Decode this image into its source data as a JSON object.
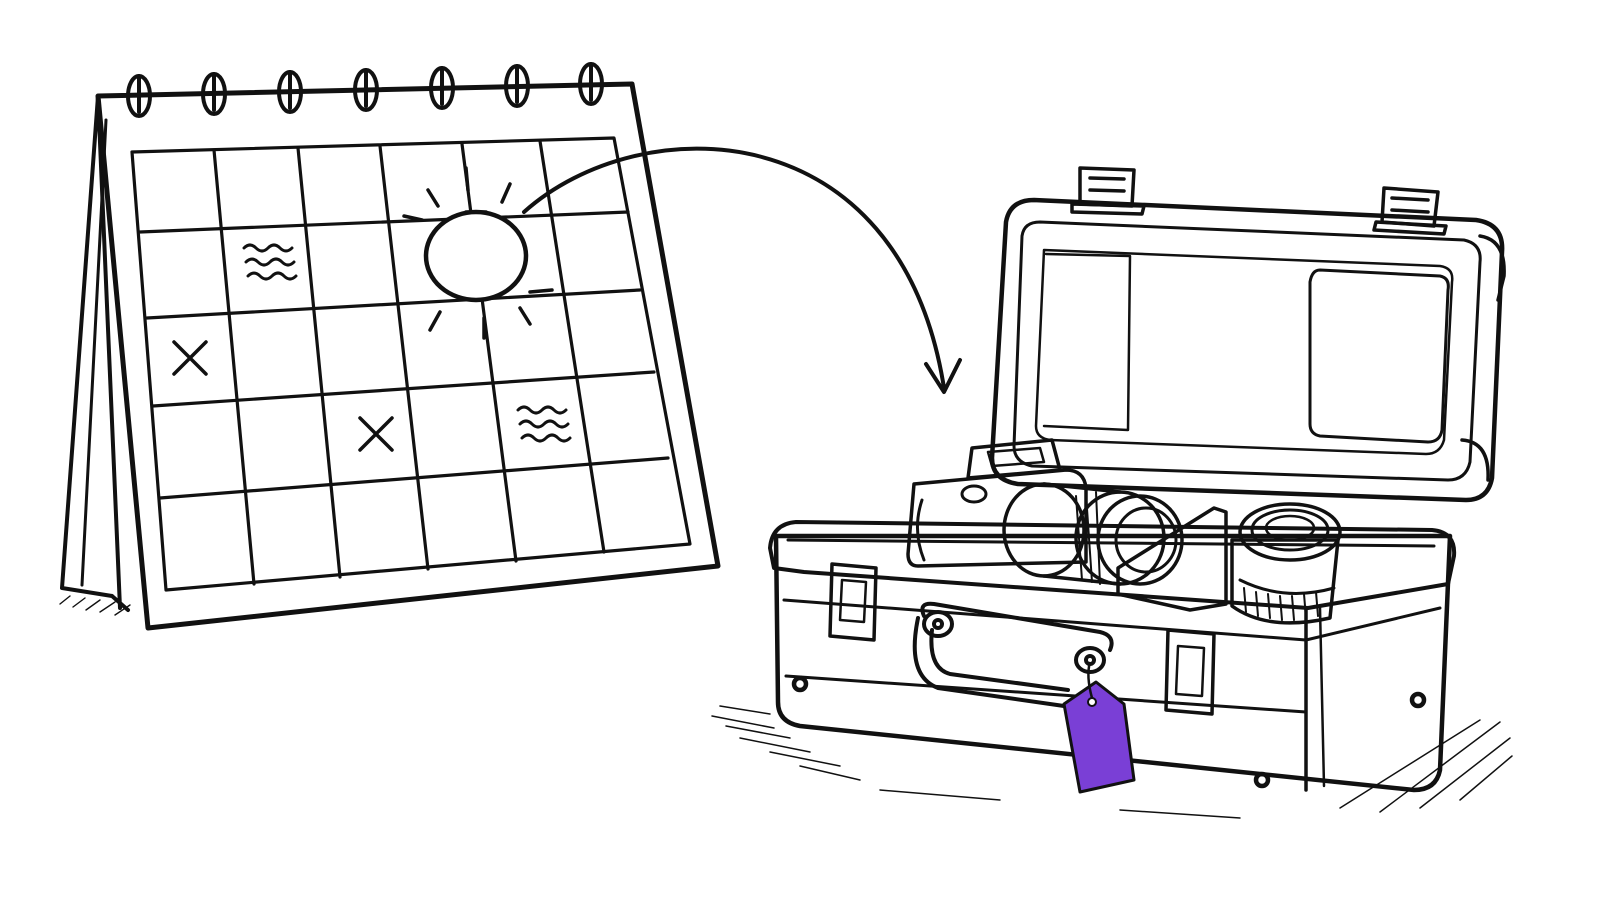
{
  "illustration": {
    "style": "black ink line drawing on white",
    "colors": {
      "ink": "#111111",
      "background": "#ffffff",
      "tag": "#7a3fd6",
      "tag_shadow": "#5a2aa8"
    },
    "calendar": {
      "rings": 7,
      "grid_rows": 5,
      "grid_cols": 6,
      "marks": [
        {
          "type": "waves-icon",
          "row": 1,
          "col": 1
        },
        {
          "type": "sun-icon",
          "row": 1,
          "col": 3
        },
        {
          "type": "cross-icon",
          "row": 2,
          "col": 0
        },
        {
          "type": "cross-icon",
          "row": 3,
          "col": 2
        },
        {
          "type": "waves-icon",
          "row": 3,
          "col": 4
        }
      ]
    },
    "arrow": {
      "from": "sun-icon",
      "to": "equipment-case"
    },
    "case": {
      "state": "open",
      "contents": [
        "camera-body",
        "camera-lens",
        "camera-lens"
      ],
      "tag_color": "#7a3fd6"
    }
  }
}
